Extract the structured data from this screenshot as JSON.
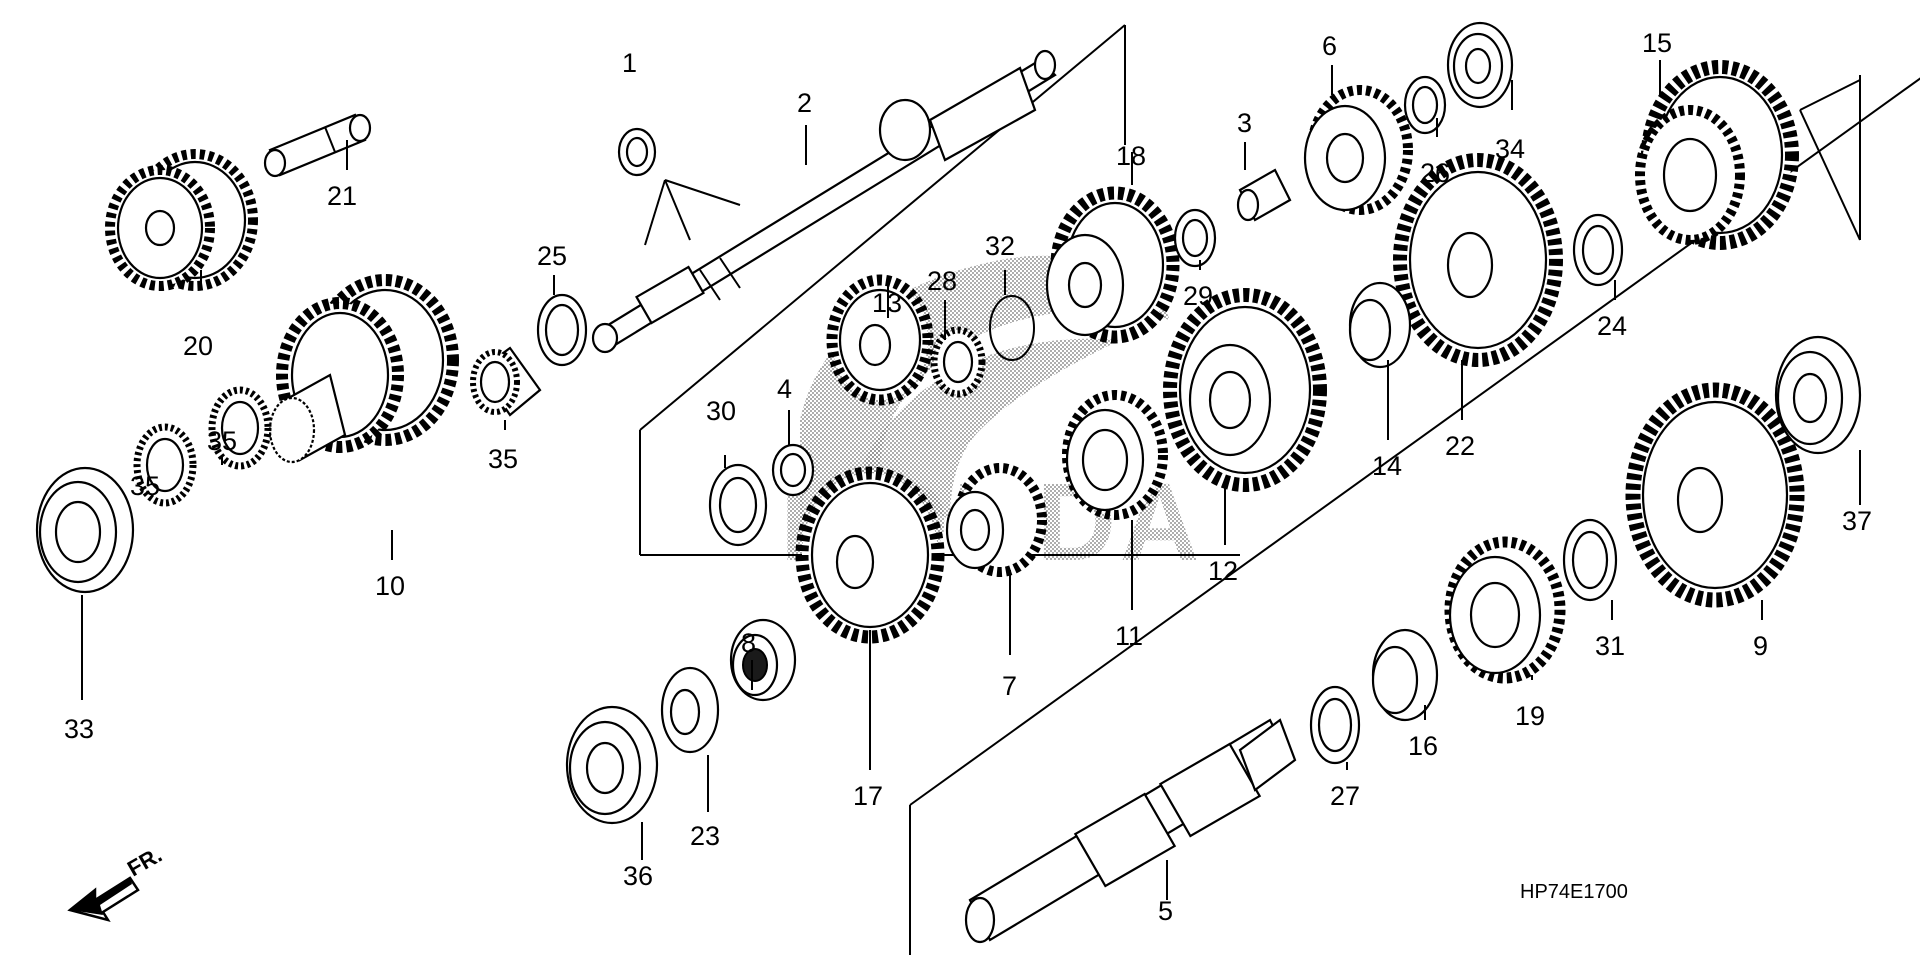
{
  "diagram": {
    "type": "exploded parts diagram",
    "watermark": "HONDA",
    "diagram_code": "HP74E1700",
    "direction_marker": "FR."
  },
  "callouts": [
    {
      "id": "c1",
      "label": "1"
    },
    {
      "id": "c2",
      "label": "2"
    },
    {
      "id": "c3",
      "label": "3"
    },
    {
      "id": "c4",
      "label": "4"
    },
    {
      "id": "c5",
      "label": "5"
    },
    {
      "id": "c6",
      "label": "6"
    },
    {
      "id": "c7",
      "label": "7"
    },
    {
      "id": "c8",
      "label": "8"
    },
    {
      "id": "c9",
      "label": "9"
    },
    {
      "id": "c10",
      "label": "10"
    },
    {
      "id": "c11",
      "label": "11"
    },
    {
      "id": "c12",
      "label": "12"
    },
    {
      "id": "c13",
      "label": "13"
    },
    {
      "id": "c14",
      "label": "14"
    },
    {
      "id": "c15",
      "label": "15"
    },
    {
      "id": "c16",
      "label": "16"
    },
    {
      "id": "c17",
      "label": "17"
    },
    {
      "id": "c18",
      "label": "18"
    },
    {
      "id": "c19",
      "label": "19"
    },
    {
      "id": "c20",
      "label": "20"
    },
    {
      "id": "c21",
      "label": "21"
    },
    {
      "id": "c22",
      "label": "22"
    },
    {
      "id": "c23",
      "label": "23"
    },
    {
      "id": "c24",
      "label": "24"
    },
    {
      "id": "c25",
      "label": "25"
    },
    {
      "id": "c26",
      "label": "26"
    },
    {
      "id": "c27",
      "label": "27"
    },
    {
      "id": "c28",
      "label": "28"
    },
    {
      "id": "c29",
      "label": "29"
    },
    {
      "id": "c30",
      "label": "30"
    },
    {
      "id": "c31",
      "label": "31"
    },
    {
      "id": "c32",
      "label": "32"
    },
    {
      "id": "c33",
      "label": "33"
    },
    {
      "id": "c34",
      "label": "34"
    },
    {
      "id": "c35a",
      "label": "35"
    },
    {
      "id": "c35b",
      "label": "35"
    },
    {
      "id": "c35c",
      "label": "35"
    },
    {
      "id": "c36",
      "label": "36"
    },
    {
      "id": "c37",
      "label": "37"
    }
  ]
}
